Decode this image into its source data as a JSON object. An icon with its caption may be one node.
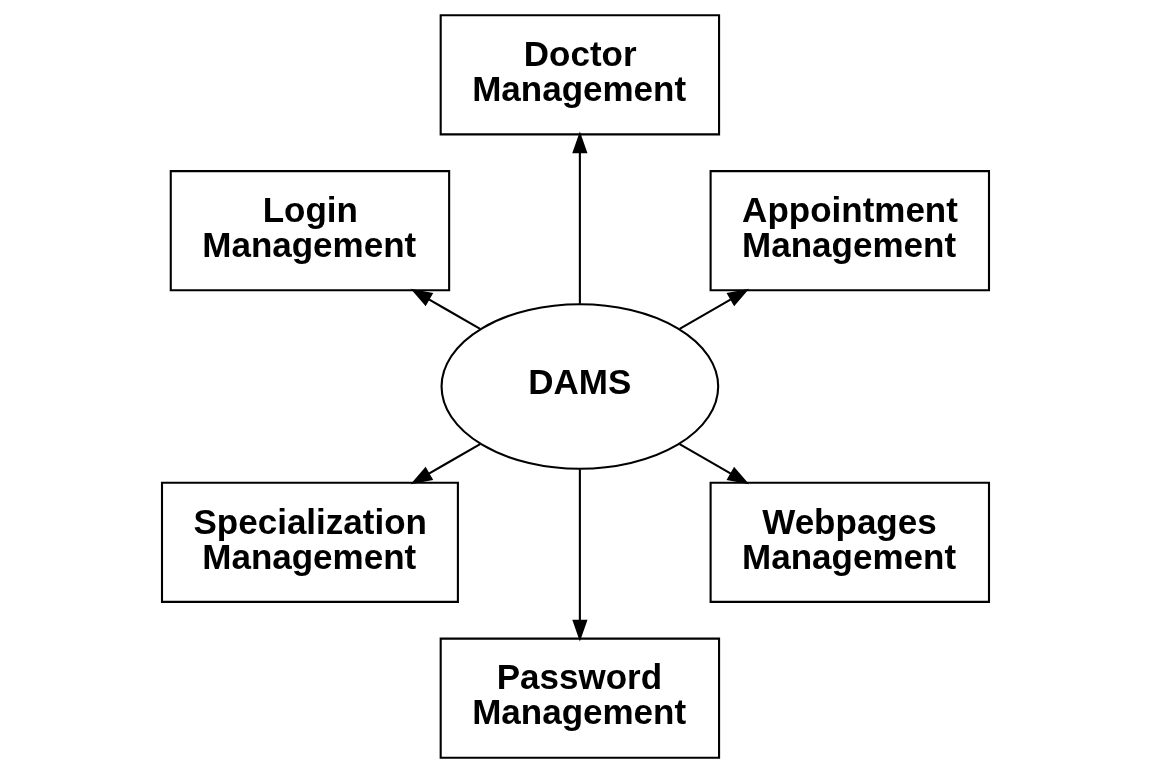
{
  "diagram": {
    "nodes": [
      {
        "text": [
          "Appointment Management"
        ]
      },
      {
        "text": [
          "Doctor Management"
        ]
      },
      {
        "text": [
          "Login Management"
        ]
      },
      {
        "text": [
          "DAMS"
        ]
      },
      {
        "text": [
          "Specialization Management"
        ]
      },
      {
        "text": [
          "Password Management"
        ]
      },
      {
        "text": [
          "Webpages Management"
        ]
      }
    ],
    "edges": [
      {
        "from": 3,
        "to": 0,
        "arrow": "to"
      },
      {
        "from": 3,
        "to": 2,
        "arrow": "to"
      },
      {
        "from": 3,
        "to": 5,
        "arrow": "to"
      },
      {
        "from": 3,
        "to": 6,
        "arrow": "to"
      },
      {
        "from": 3,
        "to": 4,
        "arrow": "to"
      },
      {
        "from": 3,
        "to": 1,
        "arrow": "to"
      }
    ]
  }
}
